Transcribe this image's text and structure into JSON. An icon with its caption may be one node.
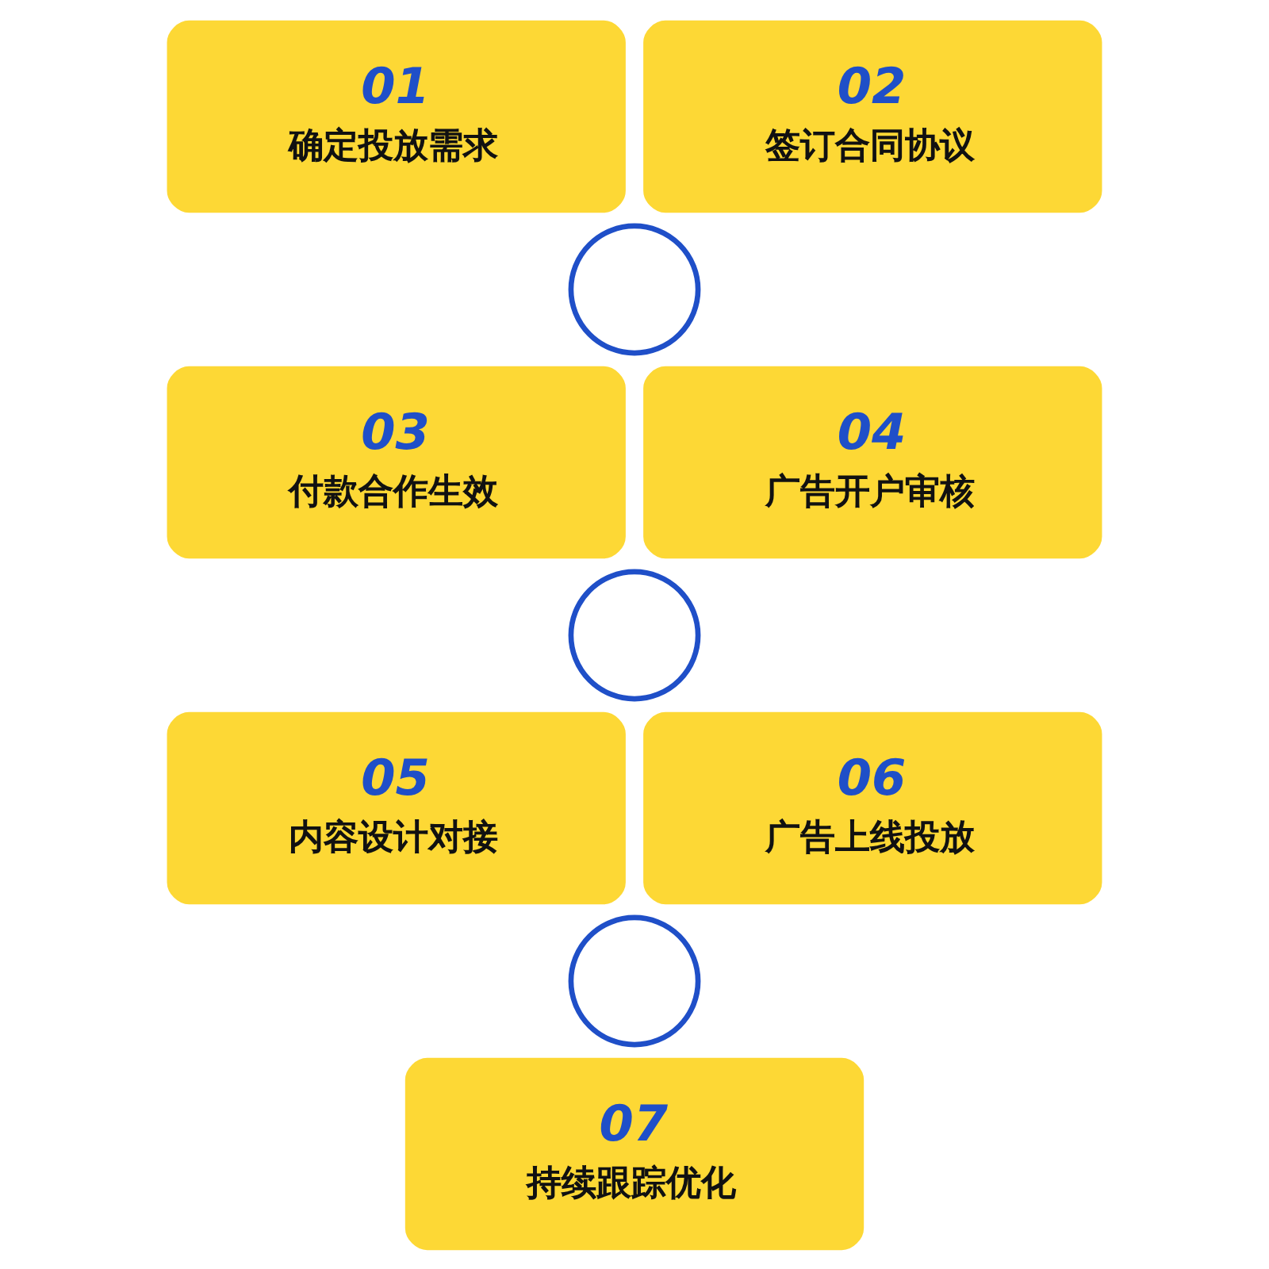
{
  "diagram": {
    "nodes": [
      {
        "text": [
          "01",
          "确定投放需求"
        ]
      },
      {
        "text": [
          "02",
          "签订合同协议"
        ]
      },
      {
        "text": [],
        "shape": "circle"
      },
      {
        "text": [
          "03",
          "付款合作生效"
        ]
      },
      {
        "text": [
          "04",
          "广告开户审核"
        ]
      },
      {
        "text": [],
        "shape": "circle"
      },
      {
        "text": [
          "05",
          "内容设计对接"
        ]
      },
      {
        "text": [
          "06",
          "广告上线投放"
        ]
      },
      {
        "text": [],
        "shape": "circle"
      },
      {
        "text": [
          "07",
          "持续跟踪优化"
        ]
      }
    ],
    "edges": []
  }
}
